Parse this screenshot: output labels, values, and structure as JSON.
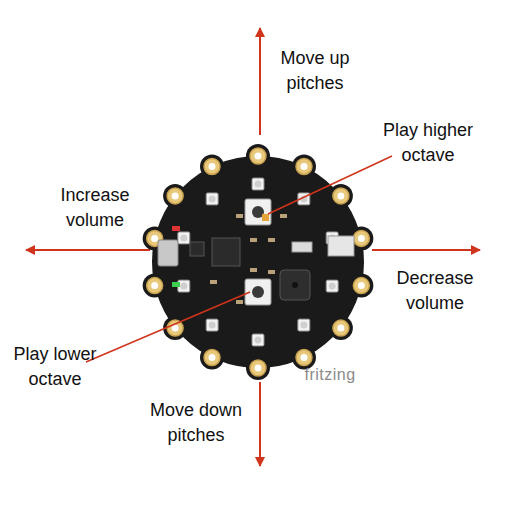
{
  "diagram": {
    "labels": [
      "Move up pitches",
      "Play higher octave",
      "Increase volume",
      "Decrease volume",
      "Play lower octave",
      "Move down pitches",
      "fritzing"
    ]
  }
}
